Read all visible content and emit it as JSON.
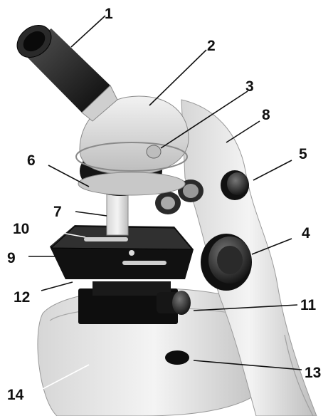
{
  "labels": {
    "l1": "1",
    "l2": "2",
    "l3": "3",
    "l4": "4",
    "l5": "5",
    "l6": "6",
    "l7": "7",
    "l8": "8",
    "l9": "9",
    "l10": "10",
    "l11": "11",
    "l12": "12",
    "l13": "13",
    "l14": "14"
  },
  "colors": {
    "body": "#ececec",
    "body_shadow": "#c8c8c8",
    "dark": "#1a1a1a",
    "metal": "#b8b8b8"
  }
}
